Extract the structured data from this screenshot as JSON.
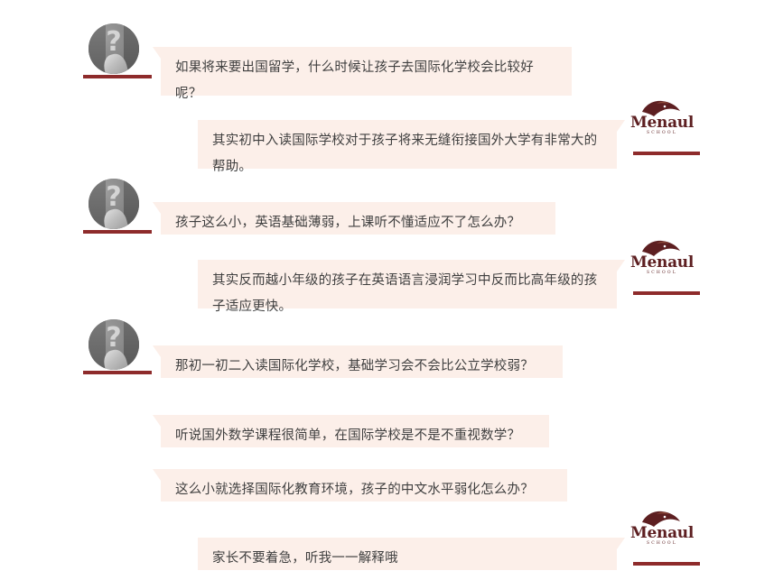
{
  "theme": {
    "page_background": "#ffffff",
    "bubble_background": "#fcefe9",
    "bubble_text_color": "#3f3f3f",
    "accent_rule_color": "#8e2b2b",
    "logo_color": "#5d1f21"
  },
  "brand": {
    "logo_name": "Menaul",
    "logo_subtitle": "SCHOOL",
    "logo_icon": "eagle-head-icon"
  },
  "avatar": {
    "icon": "question-mark-avatar-icon",
    "placeholder_glyph": "?"
  },
  "conversation": [
    {
      "id": 1,
      "side": "left",
      "speaker": "parent",
      "text": "如果将来要出国留学，什么时候让孩子去国际化学校会比较好呢？"
    },
    {
      "id": 2,
      "side": "right",
      "speaker": "school",
      "text": "其实初中入读国际学校对于孩子将来无缝衔接国外大学有非常大的帮助。"
    },
    {
      "id": 3,
      "side": "left",
      "speaker": "parent",
      "text": "孩子这么小，英语基础薄弱，上课听不懂适应不了怎么办？"
    },
    {
      "id": 4,
      "side": "right",
      "speaker": "school",
      "text": "其实反而越小年级的孩子在英语语言浸润学习中反而比高年级的孩子适应更快。"
    },
    {
      "id": 5,
      "side": "left",
      "speaker": "parent",
      "text": "那初一初二入读国际化学校，基础学习会不会比公立学校弱？"
    },
    {
      "id": 6,
      "side": "left",
      "speaker": "parent",
      "text": "听说国外数学课程很简单，在国际学校是不是不重视数学？"
    },
    {
      "id": 7,
      "side": "left",
      "speaker": "parent",
      "text": "这么小就选择国际化教育环境，孩子的中文水平弱化怎么办？"
    },
    {
      "id": 8,
      "side": "right",
      "speaker": "school",
      "text": "家长不要着急，听我一一解释哦"
    }
  ]
}
